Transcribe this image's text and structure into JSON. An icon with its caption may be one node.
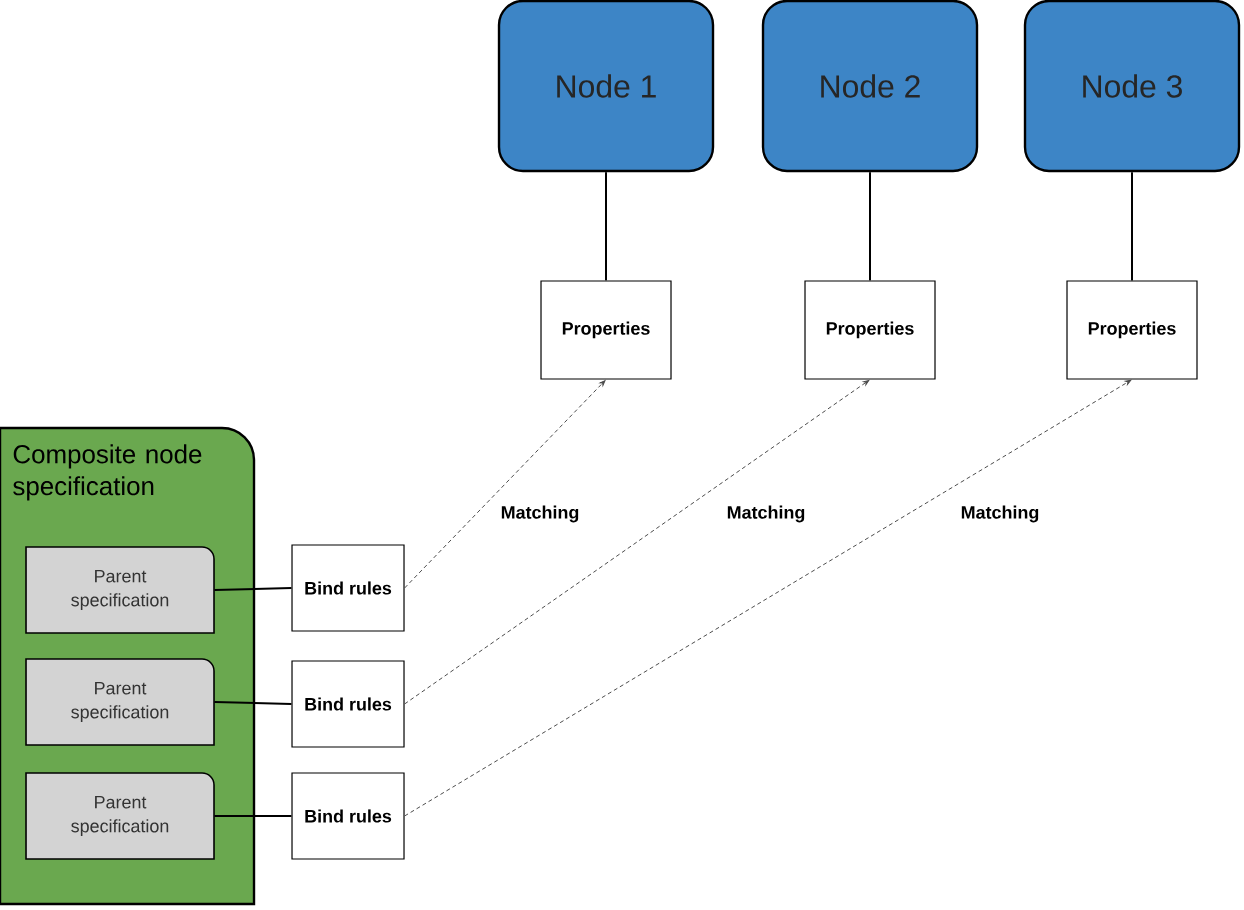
{
  "diagram": {
    "nodes": [
      {
        "text": [
          "Node 1"
        ]
      },
      {
        "text": [
          "Node 2"
        ]
      },
      {
        "text": [
          "Node 3"
        ]
      },
      {
        "text": [
          "Properties"
        ]
      },
      {
        "text": [
          "Properties"
        ]
      },
      {
        "text": [
          "Properties"
        ]
      },
      {
        "text": [
          "Composite node specification"
        ]
      },
      {
        "text": [
          "Parent specification"
        ],
        "in": 6
      },
      {
        "text": [
          "Parent specification"
        ],
        "in": 6
      },
      {
        "text": [
          "Parent specification"
        ],
        "in": 6
      },
      {
        "text": [
          "Bind rules"
        ]
      },
      {
        "text": [
          "Bind rules"
        ]
      },
      {
        "text": [
          "Bind rules"
        ]
      }
    ],
    "edges": [
      {
        "from": 0,
        "to": 3,
        "arrow": "none"
      },
      {
        "from": 1,
        "to": 4,
        "arrow": "none"
      },
      {
        "from": 2,
        "to": 5,
        "arrow": "none"
      },
      {
        "from": 7,
        "to": 10,
        "arrow": "none"
      },
      {
        "from": 8,
        "to": 11,
        "arrow": "none"
      },
      {
        "from": 9,
        "to": 12,
        "arrow": "none"
      },
      {
        "from": 10,
        "to": 3,
        "arrow": "to",
        "style": "dashed",
        "label": "Matching"
      },
      {
        "from": 11,
        "to": 4,
        "arrow": "to",
        "style": "dashed",
        "label": "Matching"
      },
      {
        "from": 12,
        "to": 5,
        "arrow": "to",
        "style": "dashed",
        "label": "Matching"
      }
    ]
  }
}
